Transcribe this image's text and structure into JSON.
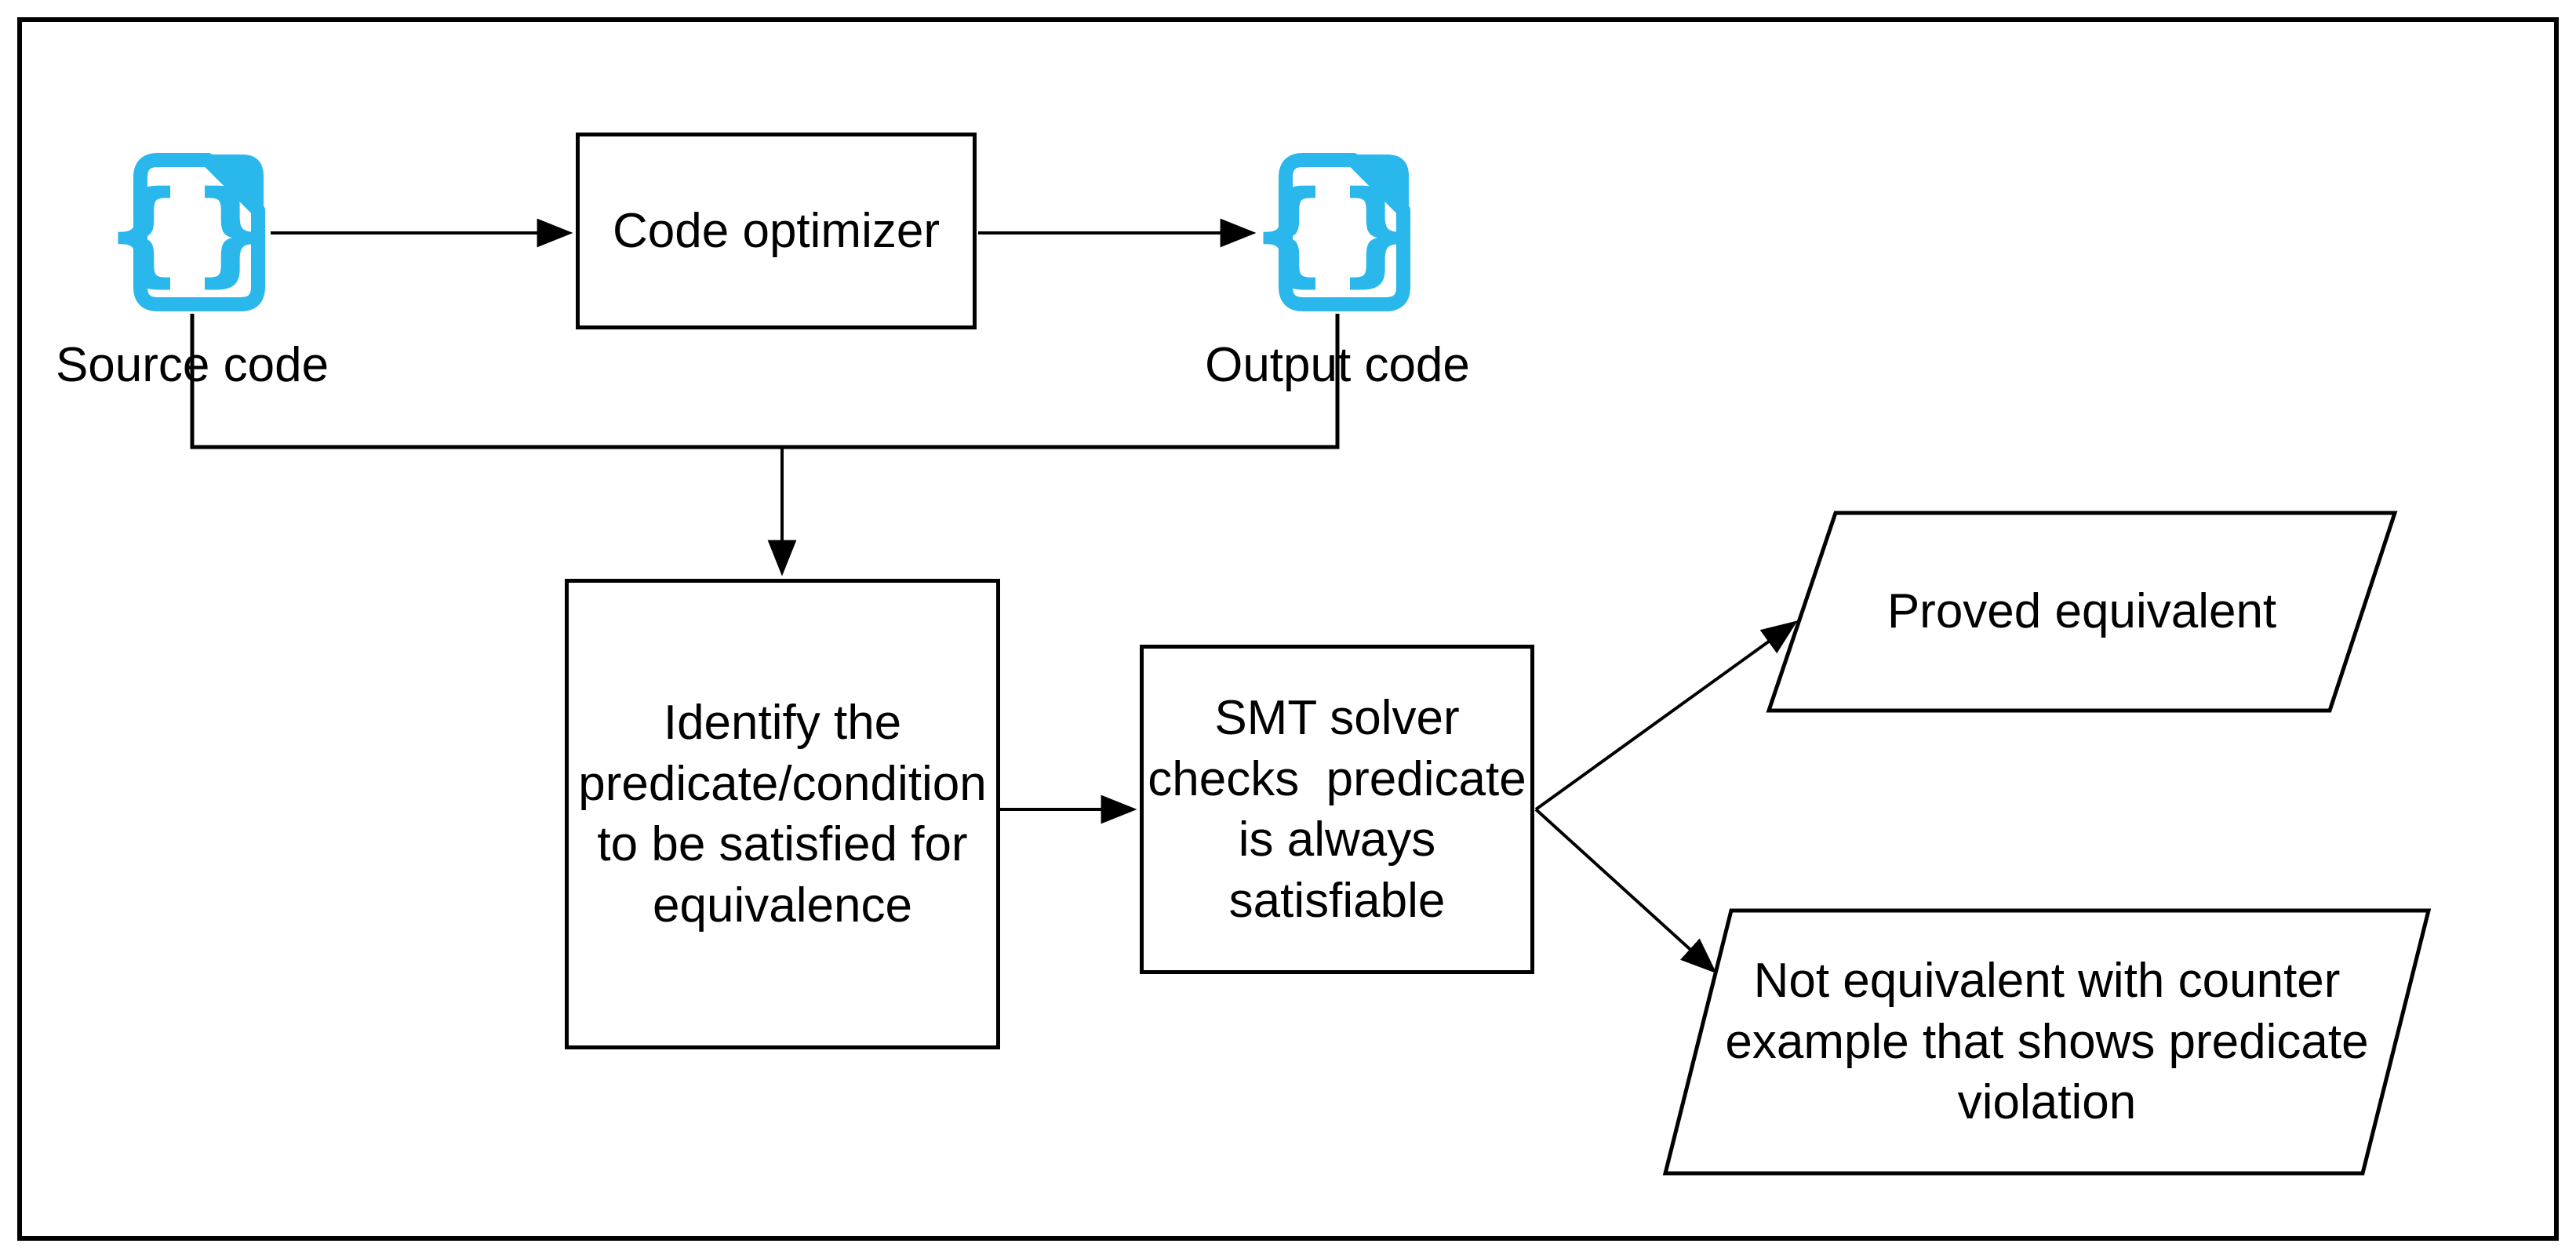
{
  "diagram": {
    "colors": {
      "accent_cyan": "#29b7ec",
      "line_color": "#000000",
      "background": "#ffffff",
      "text_color": "#000000"
    },
    "nodes": {
      "source": {
        "label": "Source code",
        "icon": "code-file-icon",
        "icon_glyph": "{}"
      },
      "optimizer": {
        "label": "Code optimizer"
      },
      "output": {
        "label": "Output code",
        "icon": "code-file-icon",
        "icon_glyph": "{}"
      },
      "identify": {
        "lines": [
          "Identify the",
          "predicate/condition",
          "to be satisfied for",
          "equivalence"
        ]
      },
      "smt": {
        "lines": [
          "SMT solver",
          "checks  predicate",
          "is always",
          "satisfiable"
        ]
      },
      "proved": {
        "label": "Proved equivalent"
      },
      "not_equivalent": {
        "lines": [
          "Not equivalent with counter",
          "example that shows predicate",
          "violation"
        ]
      }
    }
  }
}
